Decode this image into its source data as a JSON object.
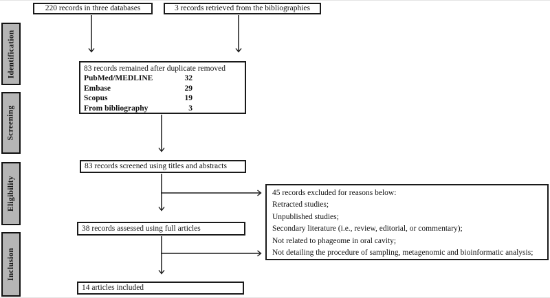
{
  "stages": [
    {
      "label": "Identification"
    },
    {
      "label": "Screening"
    },
    {
      "label": "Eligibility"
    },
    {
      "label": "Inclusion"
    }
  ],
  "boxes": {
    "databases": "220 records in three databases",
    "bibliographies": "3 records retrieved from the bibliographies",
    "deduplicated": {
      "title": "83 records remained after duplicate removed",
      "sources": [
        {
          "name": "PubMed/MEDLINE",
          "count": "32"
        },
        {
          "name": "Embase",
          "count": "29"
        },
        {
          "name": "Scopus",
          "count": "19"
        },
        {
          "name": "From bibliography",
          "count": "3"
        }
      ]
    },
    "screened": "83 records screened using titles and abstracts",
    "assessed": "38 records assessed using full articles",
    "excluded": {
      "title": "45 records excluded for reasons below:",
      "reasons": [
        "Retracted studies;",
        "Unpublished studies;",
        "Secondary literature (i.e., review, editorial, or commentary);",
        "Not related to phageome in oral cavity;",
        "Not detailing the procedure of sampling, metagenomic and bioinformatic analysis;"
      ]
    },
    "included": "14 articles included"
  },
  "colors": {
    "stage_fill": "#b5b5b5",
    "box_border": "#1a1a1a",
    "background": "#ffffff",
    "arrow": "#1a1a1a"
  }
}
